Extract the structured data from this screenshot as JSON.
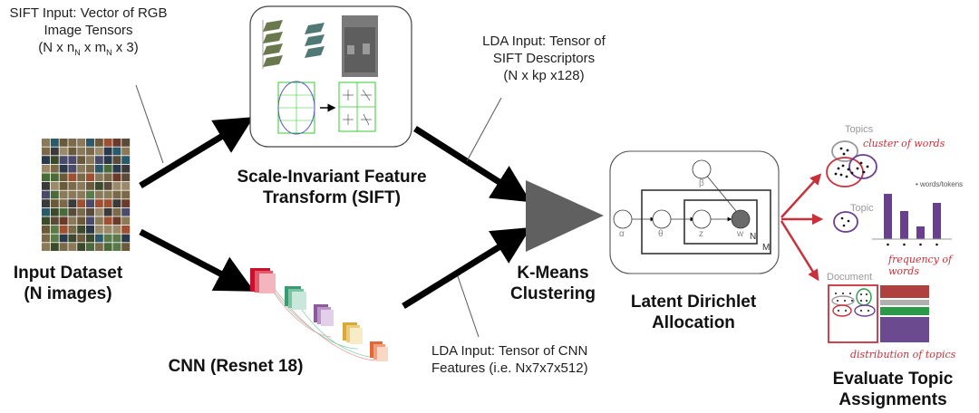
{
  "annotations": {
    "sift_input": {
      "line1": "SIFT Input: Vector of RGB",
      "line2": "Image Tensors",
      "line3_prefix": "(N x n",
      "sub1": "N",
      "mid": " x m",
      "sub2": "N",
      "suffix": " x 3)"
    },
    "lda_sift_input": {
      "line1": "LDA Input: Tensor of",
      "line2": "SIFT Descriptors",
      "line3": "(N x kp x128)"
    },
    "lda_cnn_input": {
      "line1": "LDA Input: Tensor of CNN",
      "line2": "Features (i.e. Nx7x7x512)"
    }
  },
  "nodes": {
    "input_dataset": {
      "line1": "Input Dataset",
      "line2": "(N images)"
    },
    "sift": {
      "line1": "Scale-Invariant Feature",
      "line2": "Transform (SIFT)"
    },
    "cnn": {
      "label": "CNN (Resnet 18)"
    },
    "kmeans": {
      "line1": "K-Means",
      "line2": "Clustering"
    },
    "lda": {
      "line1": "Latent Dirichlet",
      "line2": "Allocation"
    },
    "evaluate": {
      "line1": "Evaluate Topic",
      "line2": "Assignments"
    }
  },
  "lda_plate": {
    "alpha": "α",
    "theta": "θ",
    "z": "z",
    "w": "w",
    "beta": "β",
    "plate_n": "N",
    "plate_m": "M"
  },
  "evaluation_panel": {
    "topics_label": "Topics",
    "cluster_caption": "cluster of words",
    "words_legend": "• words/tokens",
    "topic_label": "Topic",
    "frequency_caption": "frequency of words",
    "document_label": "Document",
    "distribution_caption": "distribution of topics",
    "bar_values": [
      1.0,
      0.62,
      0.28,
      0.8
    ]
  },
  "colors": {
    "arrow": "#000000",
    "red": "#c8303a",
    "purple": "#6b3f8f",
    "green": "#2a9a4a",
    "gray": "#9e9e9e",
    "kmeans_triangle": "#606060"
  }
}
